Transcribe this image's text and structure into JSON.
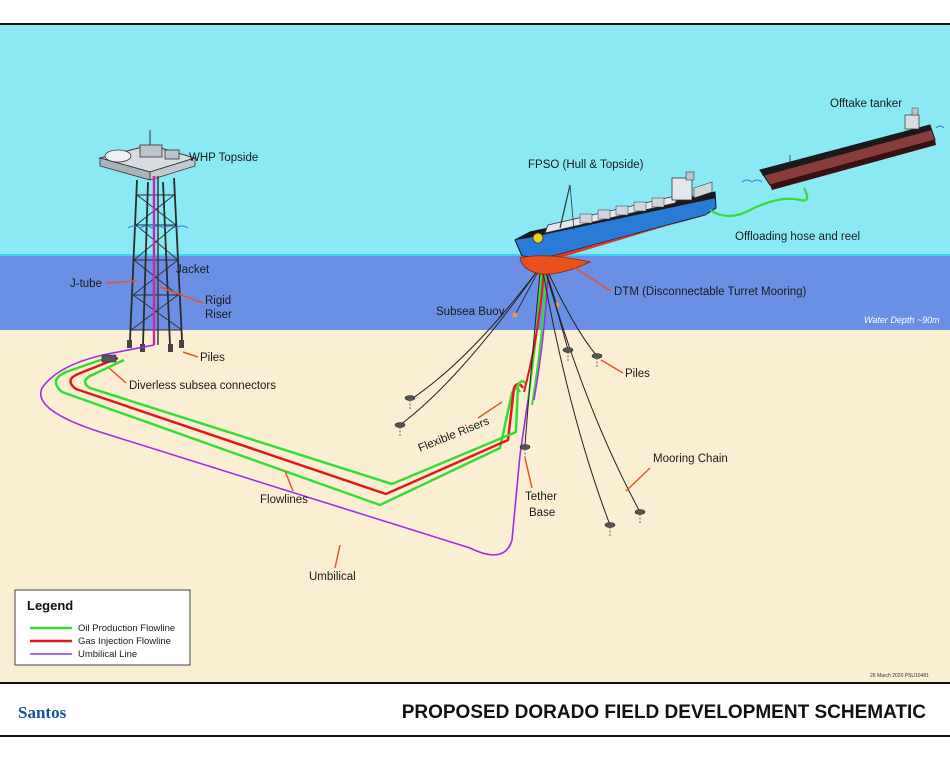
{
  "colors": {
    "sky": "#8ae9f4",
    "water": "#6a8fe4",
    "seabed": "#fbefd3",
    "oil": "#33dd33",
    "gas": "#e0191b",
    "umbilical": "#9b2fe0",
    "callout": "#e8542a",
    "hull_blue": "#2a7ad8",
    "turret": "#e9501e",
    "brand": "#1b4fa0"
  },
  "labels": {
    "whp_topside": "WHP Topside",
    "jacket": "Jacket",
    "jtube": "J-tube",
    "rigid_riser_1": "Rigid",
    "rigid_riser_2": "Riser",
    "piles_left": "Piles",
    "diverless": "Diverless subsea connectors",
    "flowlines": "Flowlines",
    "umbilical": "Umbilical",
    "fpso": "FPSO (Hull & Topside)",
    "offtake": "Offtake tanker",
    "offloading": "Offloading hose and reel",
    "dtm": "DTM (Disconnectable Turret Mooring)",
    "subsea_buoy": "Subsea Buoy",
    "water_depth": "Water Depth ~90m",
    "piles_right": "Piles",
    "flexible_risers": "Flexible Risers",
    "mooring_chain": "Mooring Chain",
    "tether_1": "Tether",
    "tether_2": "Base"
  },
  "legend": {
    "title": "Legend",
    "items": [
      {
        "label": "Oil Production Flowline",
        "color": "#33dd33"
      },
      {
        "label": "Gas Injection Flowline",
        "color": "#e0191b"
      },
      {
        "label": "Umbilical Line",
        "color": "#9b2fe0"
      }
    ]
  },
  "footer": {
    "logo": "Santos",
    "title": "PROPOSED DORADO FIELD DEVELOPMENT SCHEMATIC",
    "stamp": "26 March 2020   PSU10481"
  }
}
